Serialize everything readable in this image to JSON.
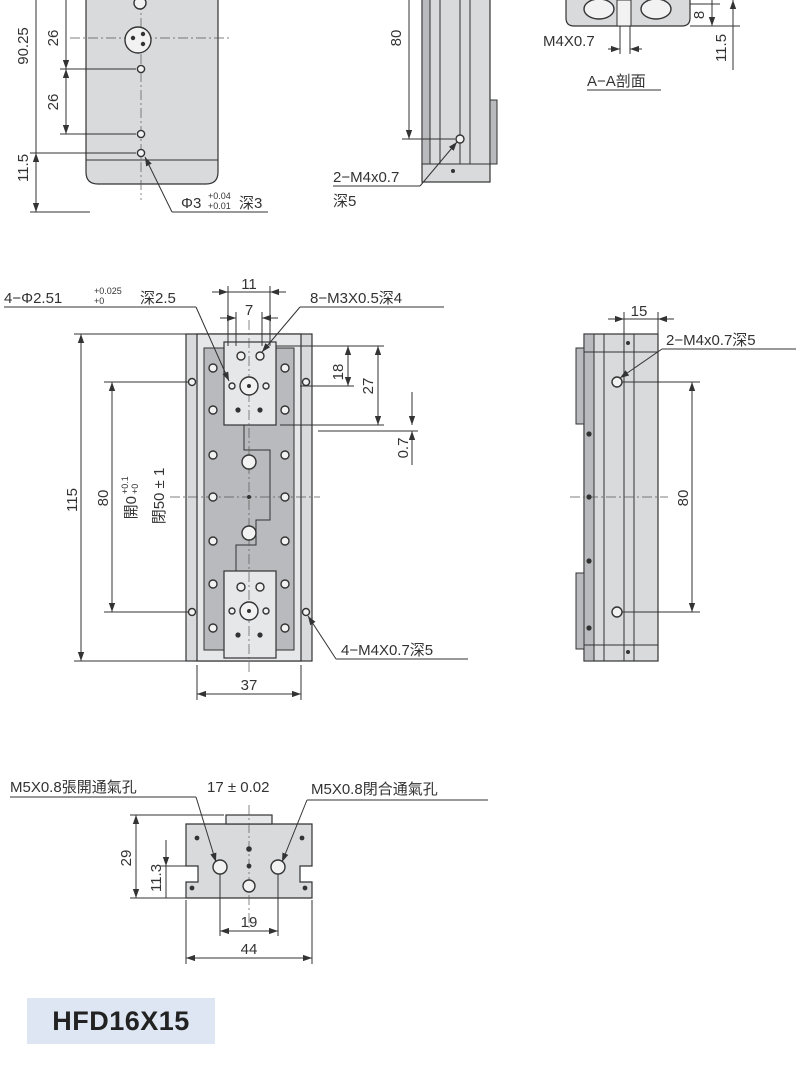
{
  "model": "HFD16X15",
  "top_left_view": {
    "dims": [
      "90.25",
      "26",
      "26",
      "11.5"
    ],
    "hole_note": {
      "prefix": "Φ3",
      "tol_upper": "+0.04",
      "tol_lower": "+0.01",
      "suffix": "深3"
    }
  },
  "top_middle_view": {
    "dims": [
      "80"
    ],
    "note_line1": "2−M4x0.7",
    "note_line2": "深5"
  },
  "section_view": {
    "thread": "M4X0.7",
    "label": "A−A剖面",
    "dims": [
      "8",
      "11.5"
    ]
  },
  "plan_view": {
    "note_top_left": {
      "prefix": "4−Φ2.51",
      "tol_upper": "+0.025",
      "tol_lower": "+0",
      "suffix": "深2.5"
    },
    "note_top_right": "8−M3X0.5深4",
    "note_bottom_right": "4−M4X0.7深5",
    "dims": {
      "outer_width_top": "11",
      "inner_width_top": "7",
      "right_short": "18",
      "right_long": "27",
      "right_gap": "0.7",
      "overall_height": "115",
      "hole_pitch": "80",
      "stroke_open": "開0",
      "stroke_open_tol_upper": "+0.1",
      "stroke_open_tol_lower": "+0",
      "stroke_close": "閉50 ± 1",
      "bottom_width": "37"
    }
  },
  "side_view": {
    "dim_top": "15",
    "note": "2−M4x0.7深5",
    "dim_height": "80"
  },
  "end_view": {
    "label_left": "M5X0.8張開通氣孔",
    "label_mid": "17 ± 0.02",
    "label_right": "M5X0.8閉合通氣孔",
    "dims": {
      "height": "29",
      "center_height": "11.3",
      "inner_width": "19",
      "overall_width": "44"
    }
  }
}
